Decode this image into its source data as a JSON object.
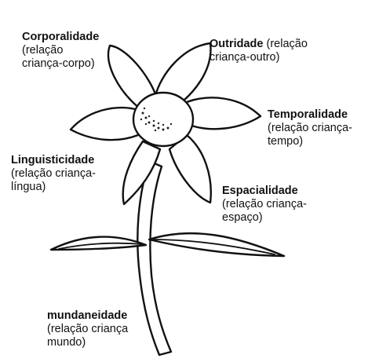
{
  "labels": {
    "corporalidade": {
      "name": "Corporalidade",
      "line1": "(relação",
      "line2": "criança-corpo)"
    },
    "outridade": {
      "name": "Outridade",
      "rest": " (relação",
      "line2": "criança-outro)"
    },
    "temporalidade": {
      "name": "Temporalidade",
      "line1": "(relação criança-",
      "line2": "tempo)"
    },
    "linguisticidade": {
      "name": "Linguisticidade",
      "line1": "(relação criança-",
      "line2": "língua)"
    },
    "espacialidade": {
      "name": "Espacialidade",
      "line1": "(relação criança-",
      "line2": "espaço)"
    },
    "mundaneidade": {
      "name": "mundaneidade",
      "line1": "(relação criança",
      "line2": "mundo)"
    }
  }
}
